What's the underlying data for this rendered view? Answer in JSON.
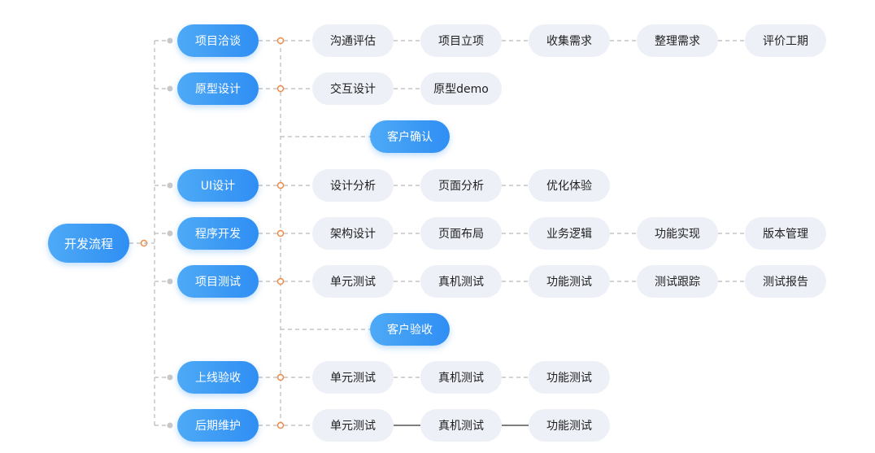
{
  "root": "开发流程",
  "phases": [
    "项目洽谈",
    "原型设计",
    "UI设计",
    "程序开发",
    "项目测试",
    "上线验收",
    "后期维护"
  ],
  "milestones": [
    "客户确认",
    "客户验收"
  ],
  "rows": [
    [
      "沟通评估",
      "项目立项",
      "收集需求",
      "整理需求",
      "评价工期"
    ],
    [
      "交互设计",
      "原型demo"
    ],
    [
      "设计分析",
      "页面分析",
      "优化体验"
    ],
    [
      "架构设计",
      "页面布局",
      "业务逻辑",
      "功能实现",
      "版本管理"
    ],
    [
      "单元测试",
      "真机测试",
      "功能测试",
      "测试跟踪",
      "测试报告"
    ],
    [
      "单元测试",
      "真机测试",
      "功能测试"
    ],
    [
      "单元测试",
      "真机测试",
      "功能测试"
    ]
  ],
  "colors": {
    "primary": "#2f8ef3",
    "node_bg": "#eef0f8",
    "connector_orange": "#f08a45",
    "connector_gray": "#b9b9b9",
    "line_dark": "#555555"
  }
}
